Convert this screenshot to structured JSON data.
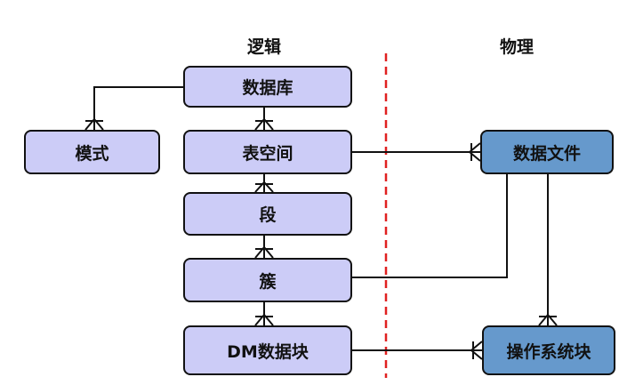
{
  "columns": {
    "logical": "逻辑",
    "physical": "物理"
  },
  "entities": {
    "database": "数据库",
    "schema": "模式",
    "tablespace": "表空间",
    "segment": "段",
    "cluster": "簇",
    "dm_block": "DM数据块",
    "datafile": "数据文件",
    "os_block": "操作系统块"
  },
  "colors": {
    "logical_fill": "#ccccf7",
    "physical_fill": "#6699cc",
    "line": "#111111",
    "divider": "#e02020"
  }
}
